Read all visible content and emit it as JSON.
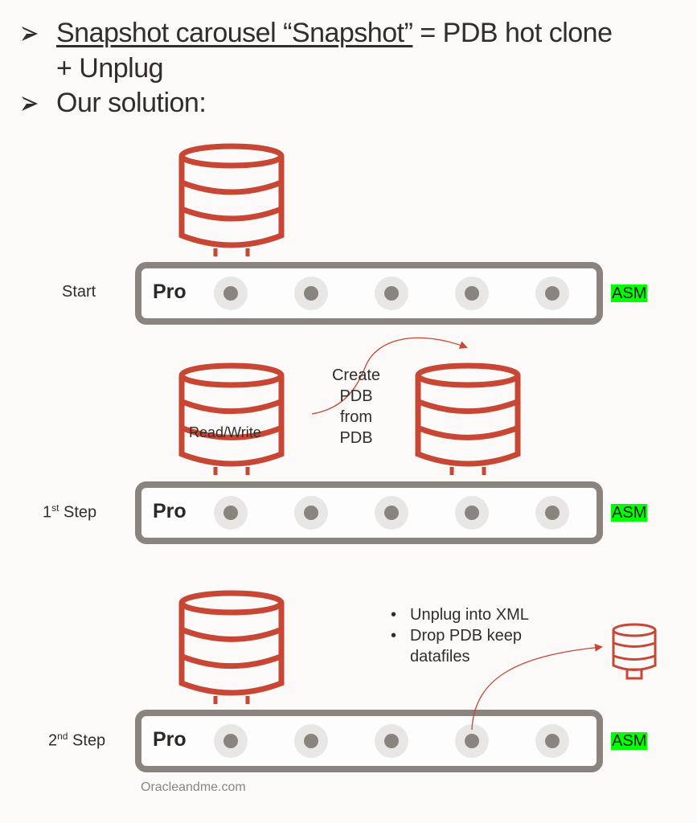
{
  "header": {
    "bullets": [
      {
        "underlined": "Snapshot carousel “Snapshot”",
        "rest": " =  PDB hot clone",
        "continuation": "+ Unplug"
      },
      {
        "text": "Our solution:"
      }
    ]
  },
  "diagram": {
    "rows": [
      {
        "label": "Start",
        "sup": "",
        "label_suffix": "",
        "pro": "Pro",
        "asm": "ASM",
        "slots": 5
      },
      {
        "label": "1",
        "sup": "st",
        "label_suffix": " Step",
        "pro": "Pro",
        "asm": "ASM",
        "slots": 5
      },
      {
        "label": "2",
        "sup": "nd",
        "label_suffix": " Step",
        "pro": "Pro",
        "asm": "ASM",
        "slots": 5
      }
    ],
    "read_write_label": "Read/Write",
    "create_text": [
      "Create",
      "PDB",
      "from",
      "PDB"
    ],
    "unplug_steps": [
      "Unplug into XML",
      "Drop PDB keep",
      "datafiles"
    ],
    "bullet_char": "•"
  },
  "footer": {
    "credit": "Oracleandme.com"
  },
  "colors": {
    "accent_red": "#c74634",
    "frame_gray": "#8a847e",
    "asm_green": "#00ff00",
    "slot_bg": "#e8e7e6"
  }
}
